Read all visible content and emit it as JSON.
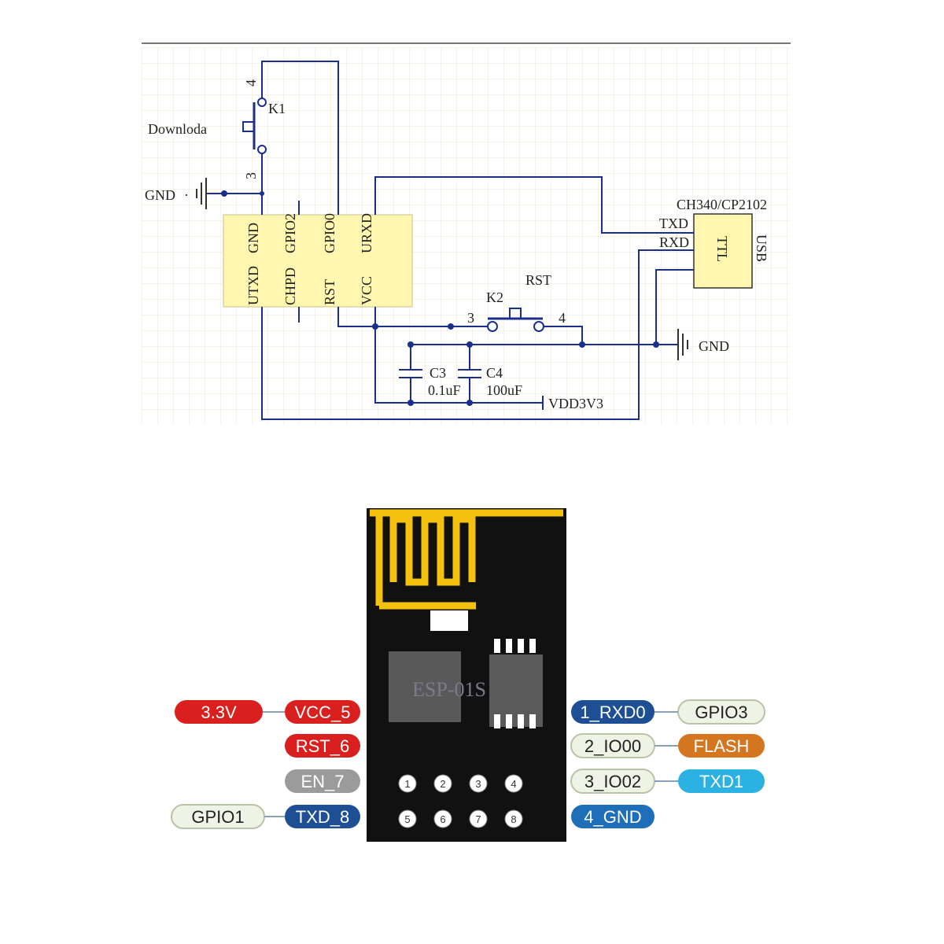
{
  "schematic": {
    "module_pins_top": [
      "GND",
      "GPIO2",
      "GPIO0",
      "URXD"
    ],
    "module_pins_bottom": [
      "UTXD",
      "CHPD",
      "RST",
      "VCC"
    ],
    "k1": {
      "label": "K1",
      "pin_top": "4",
      "pin_bottom": "3",
      "caption": "Downloda"
    },
    "gnd_left": "GND",
    "gnd_right": "GND",
    "usb_chip": {
      "name": "CH340/CP2102",
      "txd": "TXD",
      "rxd": "RXD",
      "ttl": "TTL",
      "usb": "USB"
    },
    "reset": {
      "caption": "RST",
      "label": "K2",
      "pin_left": "3",
      "pin_right": "4"
    },
    "c3": {
      "label": "C3",
      "value": "0.1uF"
    },
    "c4": {
      "label": "C4",
      "value": "100uF"
    },
    "supply": "VDD3V3"
  },
  "pinout": {
    "chip_label": "ESP-01S",
    "header_numbers": [
      "1",
      "2",
      "3",
      "4",
      "5",
      "6",
      "7",
      "8"
    ],
    "left_pins": [
      {
        "pin": "VCC_5",
        "func": "3.3V",
        "pin_color": "#d9201f",
        "func_color": "#d9201f"
      },
      {
        "pin": "RST_6",
        "func": "",
        "pin_color": "#d9201f",
        "func_color": ""
      },
      {
        "pin": "EN_7",
        "func": "",
        "pin_color": "#9b9b9b",
        "func_color": ""
      },
      {
        "pin": "TXD_8",
        "func": "GPIO1",
        "pin_color": "#1e4f94",
        "func_color": "#eef3e6"
      }
    ],
    "right_pins": [
      {
        "pin": "1_RXD0",
        "func": "GPIO3",
        "pin_color": "#1e4f94",
        "func_color": "#eef3e6"
      },
      {
        "pin": "2_IO00",
        "func": "FLASH",
        "pin_color": "#eef3e6",
        "func_color": "#d4751f"
      },
      {
        "pin": "3_IO02",
        "func": "TXD1",
        "pin_color": "#eef3e6",
        "func_color": "#2bb1e3"
      },
      {
        "pin": "4_GND",
        "func": "",
        "pin_color": "#1e6fb8",
        "func_color": ""
      }
    ]
  }
}
